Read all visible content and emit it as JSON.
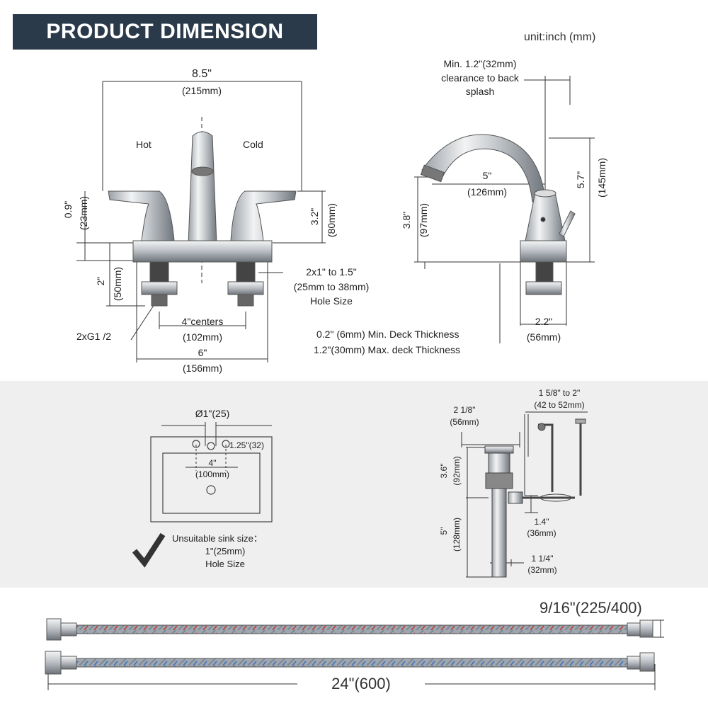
{
  "header": {
    "title": "PRODUCT DIMENSION",
    "unit": "unit:inch (mm)"
  },
  "front_view": {
    "width_in": "8.5\"",
    "width_mm": "(215mm)",
    "hot_label": "Hot",
    "cold_label": "Cold",
    "handle_height_in": "0.9\"",
    "handle_height_mm": "(23mm)",
    "spout_height_in": "3.2\"",
    "spout_height_mm": "(80mm)",
    "shank_length_in": "2\"",
    "shank_length_mm": "(50mm)",
    "hole_size_line1": "2x1\" to 1.5\"",
    "hole_size_line2": "(25mm to 38mm)",
    "hole_size_line3": "Hole Size",
    "centers_in": "4\"centers",
    "centers_mm": "(102mm)",
    "thread_label": "2xG1 /2",
    "base_width_in": "6\"",
    "base_width_mm": "(156mm)"
  },
  "side_view": {
    "clearance_line1": "Min. 1.2\"(32mm)",
    "clearance_line2": "clearance to back",
    "clearance_line3": "splash",
    "reach_in": "5\"",
    "reach_mm": "(126mm)",
    "total_height_in": "5.7\"",
    "total_height_mm": "(145mm)",
    "spout_height_in": "3.8\"",
    "spout_height_mm": "(97mm)",
    "base_depth_in": "2.2\"",
    "base_depth_mm": "(56mm)",
    "deck_min": "0.2\" (6mm) Min. Deck Thickness",
    "deck_max": "1.2\"(30mm) Max. deck Thickness"
  },
  "sink": {
    "hole_dia": "Ø1\"(25)",
    "hole_offset": "1.25\"(32)",
    "spacing_in": "4\"",
    "spacing_mm": "(100mm)",
    "note_line1": "Unsuitable sink size：",
    "note_line2": "1\"(25mm)",
    "note_line3": "Hole Size"
  },
  "drain": {
    "range_line1": "1 5/8\" to 2\"",
    "range_line2": "(42 to 52mm)",
    "flange_in": "2 1/8\"",
    "flange_mm": "(56mm)",
    "body_in": "3.6\"",
    "body_mm": "(92mm)",
    "tail_in": "5\"",
    "tail_mm": "(128mm)",
    "lever_in": "1.4\"",
    "lever_mm": "(36mm)",
    "pipe_in": "1 1/4\"",
    "pipe_mm": "(32mm)"
  },
  "hoses": {
    "thread_label": "9/16\"(225/400)",
    "length_label": "24\"(600)"
  },
  "colors": {
    "banner": "#2b3a4a",
    "band": "#efefef",
    "hose_red": "#c0392b",
    "hose_blue": "#3a6fc0"
  }
}
